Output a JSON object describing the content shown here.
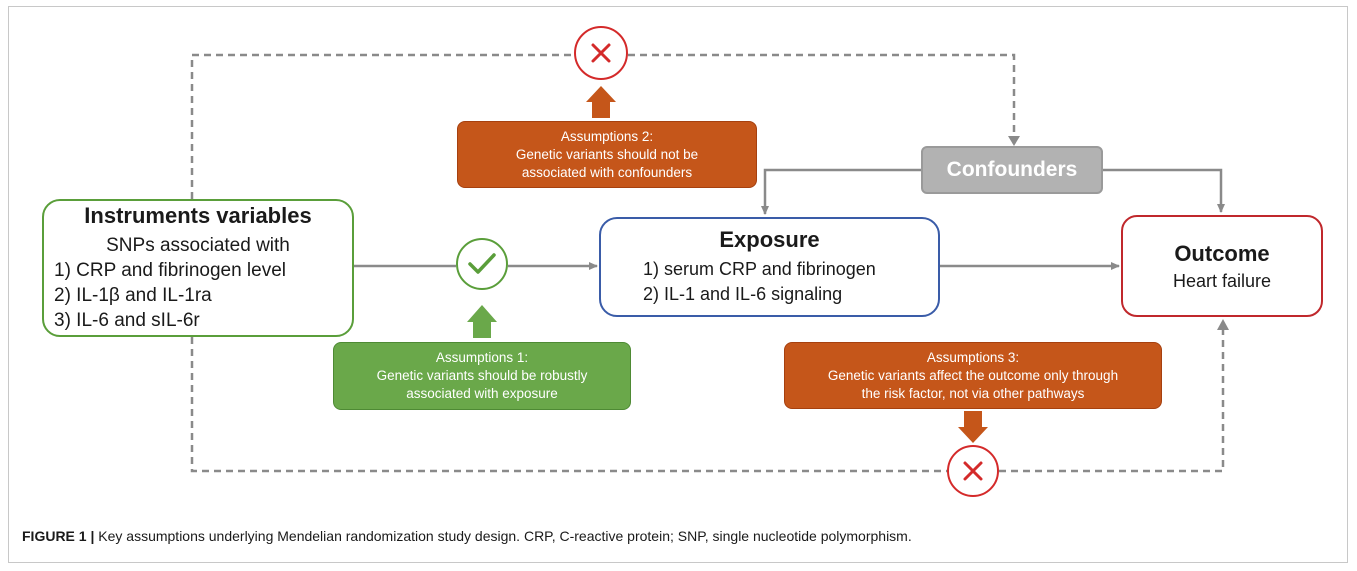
{
  "instruments": {
    "title": "Instruments variables",
    "lines": [
      "SNPs associated with",
      "1) CRP and fibrinogen level",
      "2) IL-1β and IL-1ra",
      "3) IL-6 and sIL-6r"
    ]
  },
  "exposure": {
    "title": "Exposure",
    "lines": [
      "1) serum CRP and fibrinogen",
      "2) IL-1 and IL-6 signaling"
    ]
  },
  "outcome": {
    "title": "Outcome",
    "subtitle": "Heart failure"
  },
  "confounders": {
    "label": "Confounders"
  },
  "assumption1": {
    "title": "Assumptions 1:",
    "lines": [
      "Genetic variants should be robustly",
      "associated with exposure"
    ]
  },
  "assumption2": {
    "title": "Assumptions 2:",
    "lines": [
      "Genetic variants should not be",
      "associated with confounders"
    ]
  },
  "assumption3": {
    "title": "Assumptions 3:",
    "lines": [
      "Genetic variants affect the outcome only through",
      "the risk factor, not via other pathways"
    ]
  },
  "caption": {
    "label": "FIGURE 1 |",
    "text": " Key assumptions underlying Mendelian randomization study design. CRP, C-reactive protein; SNP, single nucleotide polymorphism."
  },
  "colors": {
    "green": "#6aa84a",
    "orange": "#c5561a",
    "red": "#d42a2a",
    "blue": "#3a5ca8",
    "gray": "#b2b2b2",
    "line": "#8a8a8a"
  }
}
